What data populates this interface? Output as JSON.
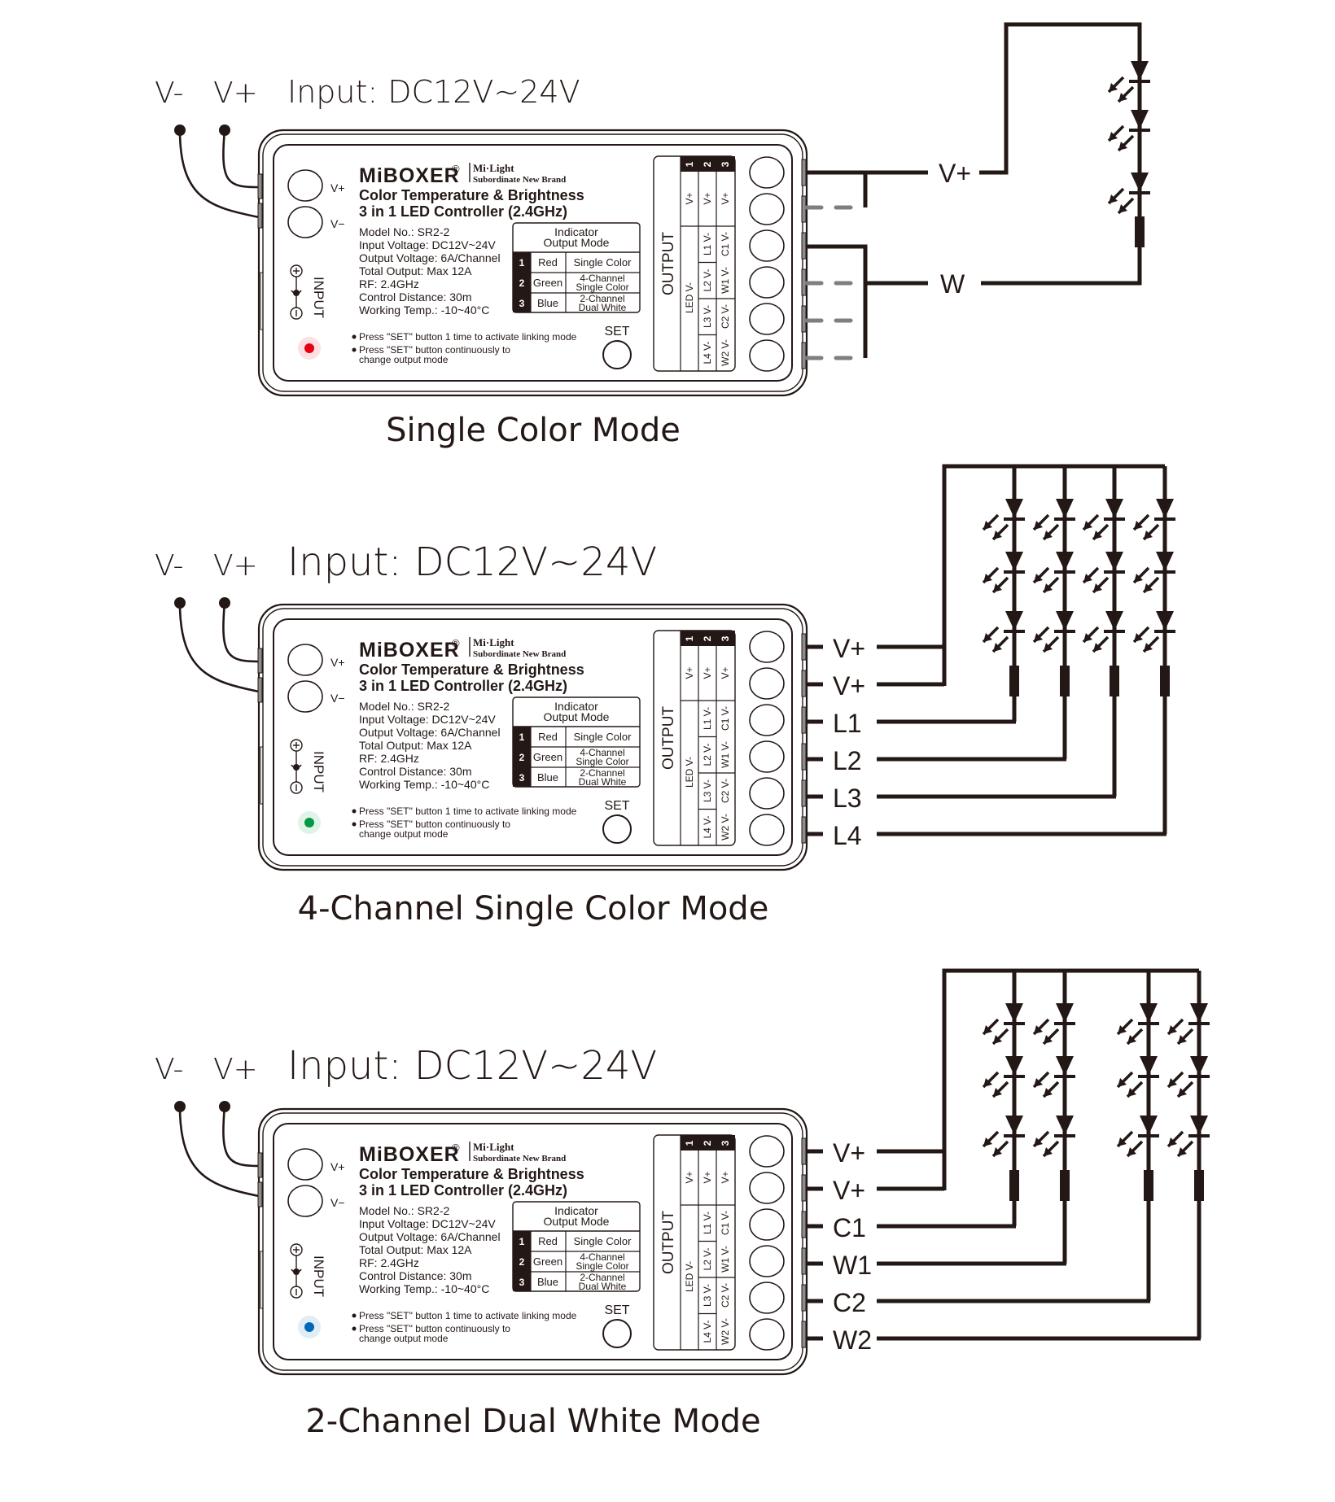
{
  "panels": [
    {
      "id": "single-color",
      "caption": "Single Color Mode",
      "input_header": {
        "vminus": "V-",
        "vplus": "V+",
        "label": "Input: DC12V~24V"
      },
      "indicator_color": "#e60012",
      "output_labels": [
        "V+",
        "W"
      ],
      "wiring": "single"
    },
    {
      "id": "four-channel",
      "caption": "4-Channel Single Color Mode",
      "input_header": {
        "vminus": "V-",
        "vplus": "V+",
        "label": "Input: DC12V~24V"
      },
      "indicator_color": "#009944",
      "output_labels": [
        "V+",
        "V+",
        "L1",
        "L2",
        "L3",
        "L4"
      ],
      "wiring": "four"
    },
    {
      "id": "dual-white",
      "caption": "2-Channel Dual White Mode",
      "input_header": {
        "vminus": "V-",
        "vplus": "V+",
        "label": "Input: DC12V~24V"
      },
      "indicator_color": "#0068b7",
      "output_labels": [
        "V+",
        "V+",
        "C1",
        "W1",
        "C2",
        "W2"
      ],
      "wiring": "dual"
    }
  ],
  "device": {
    "brand": "MiBOXER",
    "registered": "®",
    "sub_brand_1": "Mi·Light",
    "sub_brand_2": "Subordinate New Brand",
    "title_1": "Color Temperature & Brightness",
    "title_2": "3 in 1 LED Controller (2.4GHz)",
    "specs": [
      "Model No.: SR2-2",
      "Input Voltage: DC12V~24V",
      "Output Voltage: 6A/Channel",
      "Total Output: Max 12A",
      "RF: 2.4GHz",
      "Control Distance: 30m",
      "Working Temp.: -10~40°C"
    ],
    "input_terminal_labels": [
      "V+",
      "V−"
    ],
    "input_label": "INPUT",
    "indicator_table": {
      "header_1": "Indicator",
      "header_2": "Output Mode",
      "rows": [
        {
          "num": "1",
          "color": "Red",
          "mode": [
            "Single Color"
          ]
        },
        {
          "num": "2",
          "color": "Green",
          "mode": [
            "4-Channel",
            "Single Color"
          ]
        },
        {
          "num": "3",
          "color": "Blue",
          "mode": [
            "2-Channel",
            "Dual White"
          ]
        }
      ]
    },
    "notes": [
      "Press \"SET\" button 1 time to activate linking mode",
      "Press \"SET\" button continuously to",
      "change output mode"
    ],
    "set_label": "SET",
    "output_label": "OUTPUT",
    "output_table": {
      "cols": [
        "1",
        "2",
        "3"
      ],
      "vplus": "V+",
      "led_vminus": "LED V-",
      "col2": [
        "L1 V-",
        "L2 V-",
        "L3 V-",
        "L4 V-"
      ],
      "col3": [
        "C1 V-",
        "W1 V-",
        "C2 V-",
        "W2 V-"
      ]
    }
  },
  "colors": {
    "line": "#231815",
    "dashed": "#7f7f7f",
    "terminal": "#8c8c8c"
  }
}
